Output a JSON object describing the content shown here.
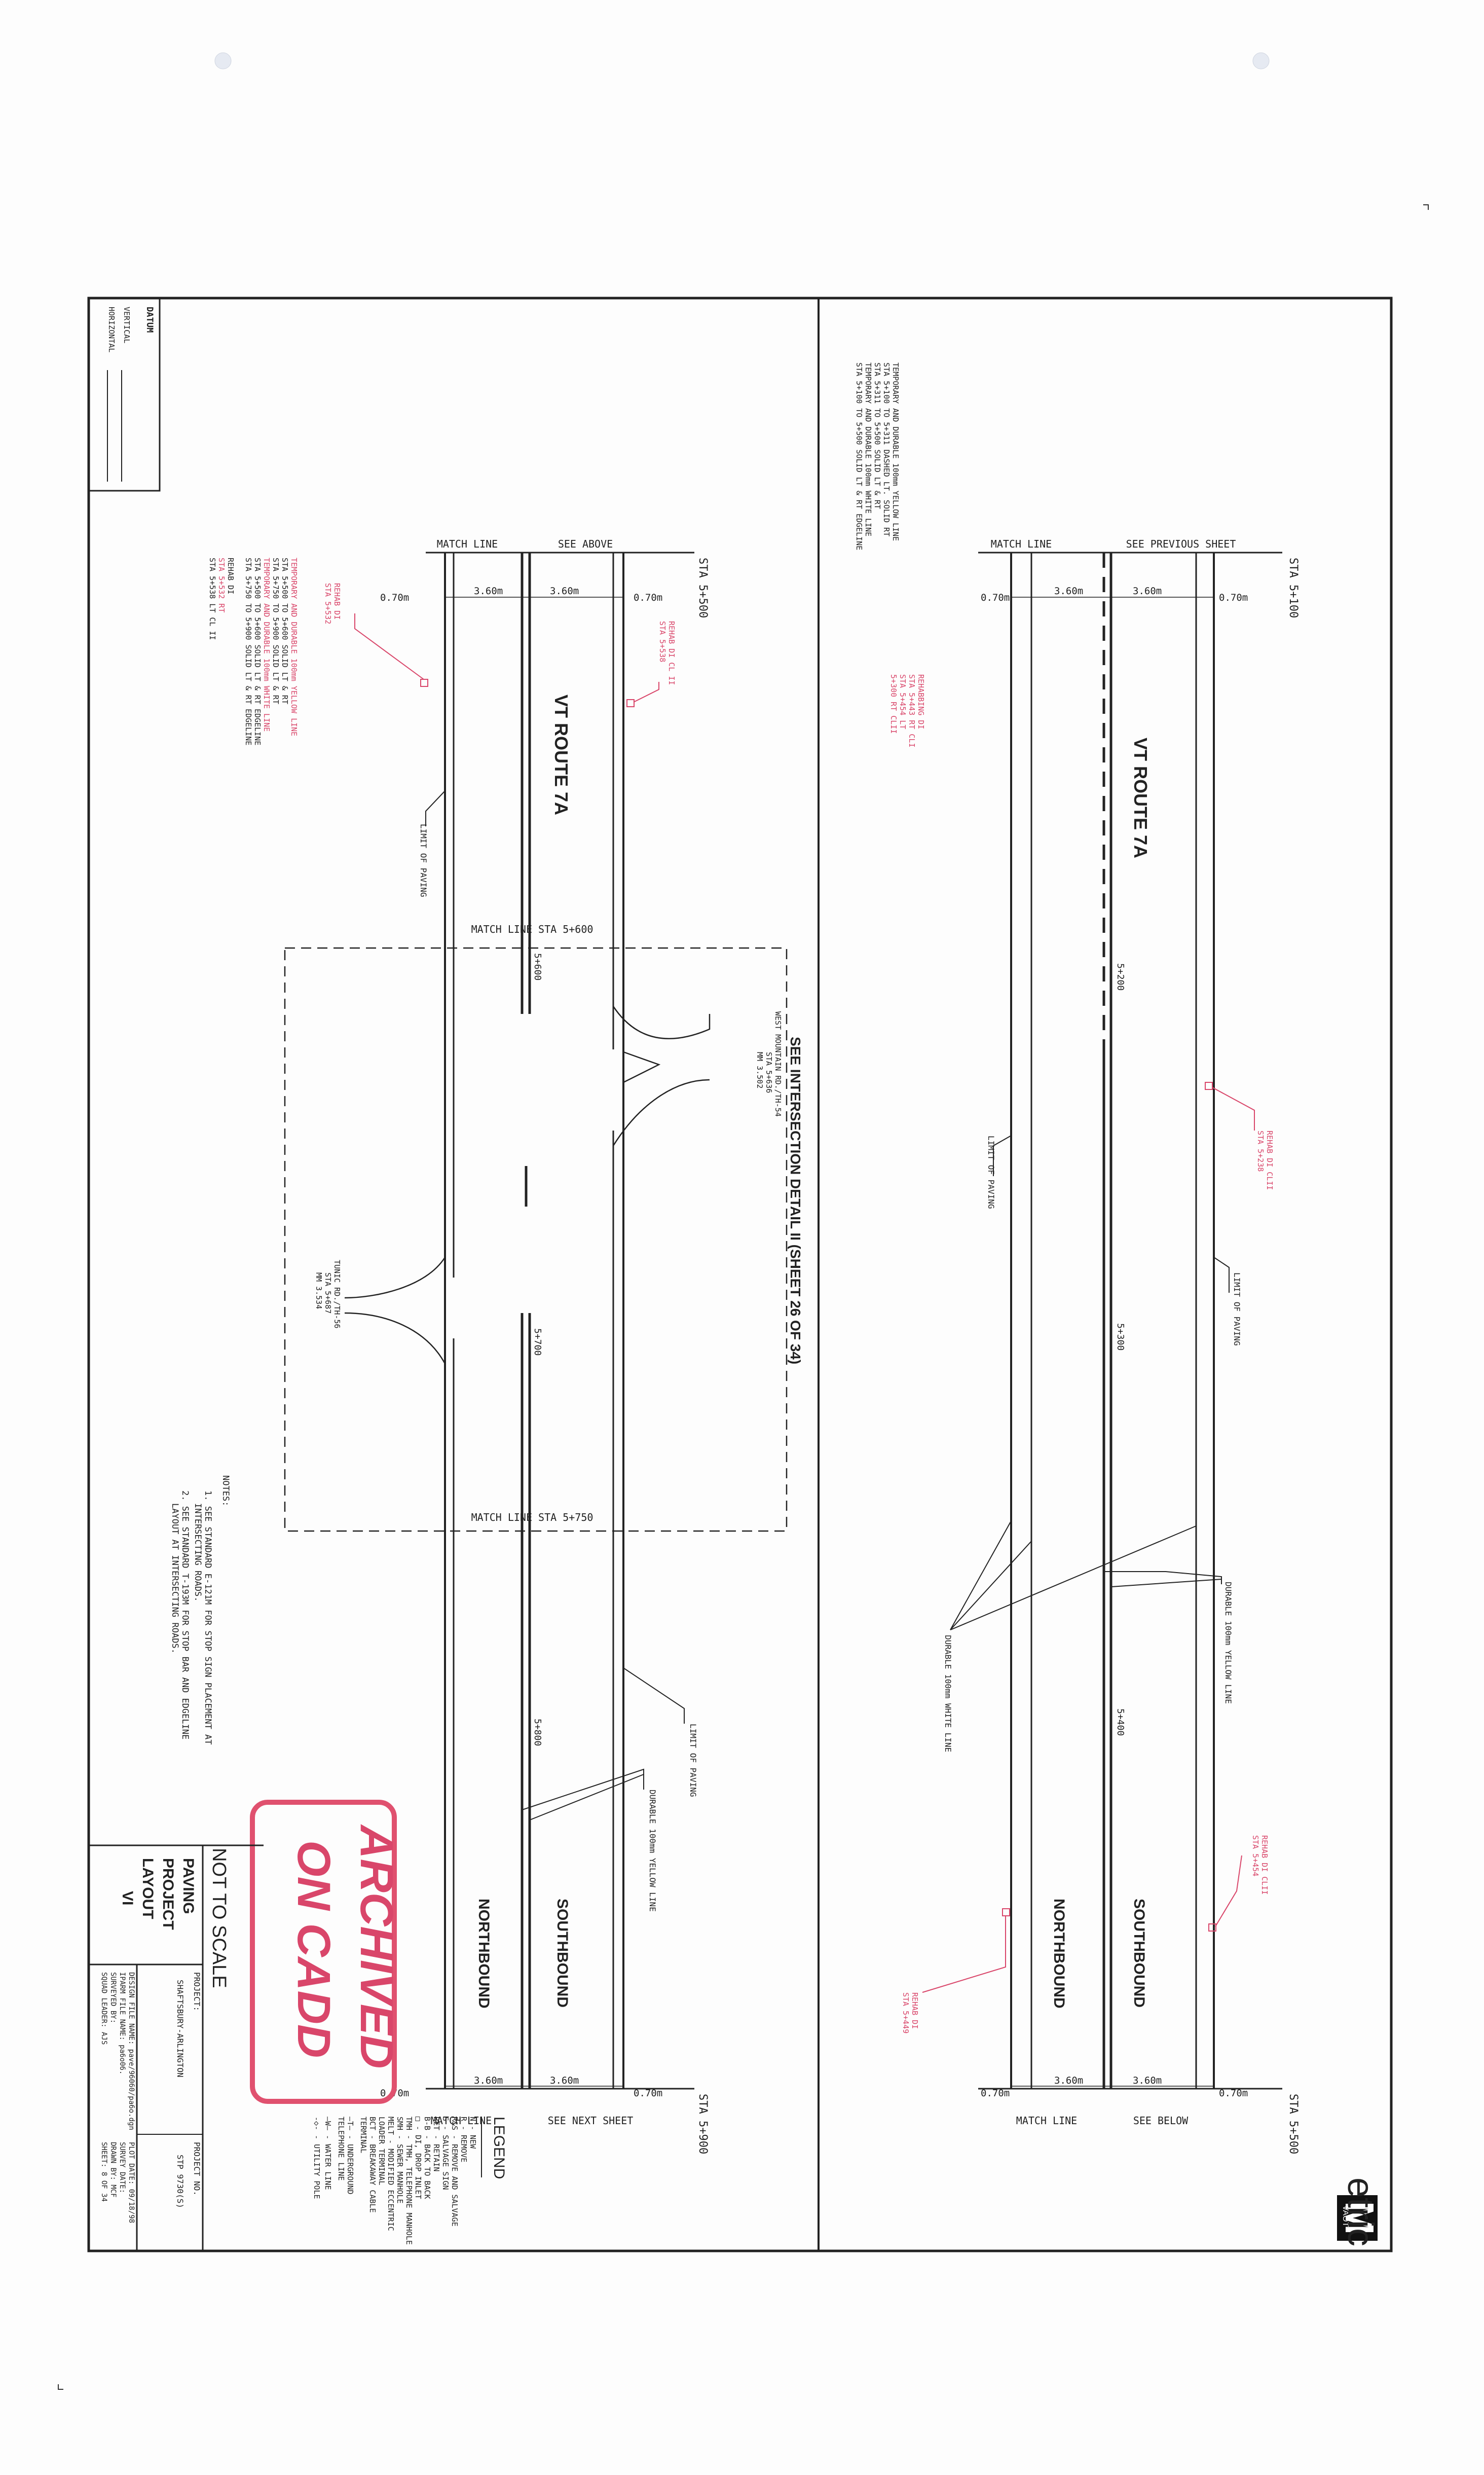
{
  "brand": {
    "logo_initial": "M",
    "logo_sub": "VAOT",
    "logo_word": "etric"
  },
  "upper_plan": {
    "sta_start": "STA 5+100",
    "sta_end": "STA 5+500",
    "match_line": "MATCH LINE",
    "see_top": "SEE PREVIOUS SHEET",
    "see_bottom": "SEE BELOW",
    "route": "VT ROUTE 7A",
    "southbound": "SOUTHBOUND",
    "northbound": "NORTHBOUND",
    "dim_outer_left": "0.70m",
    "dim_lane_left": "3.60m",
    "dim_lane_right": "3.60m",
    "dim_outer_right": "0.70m",
    "stations": [
      "5+200",
      "5+300",
      "5+400"
    ],
    "limit_paving_1": "LIMIT OF PAVING",
    "limit_paving_2": "LIMIT OF PAVING",
    "durable_yellow": "DURABLE 100mm YELLOW LINE",
    "durable_white": "DURABLE 100mm WHITE LINE",
    "notes_block": [
      "TEMPORARY AND DURABLE 100mm YELLOW LINE",
      "STA 5+100 TO 5+311 DASHED LT. SOLID RT",
      "STA 5+311 TO 5+500 SOLID LT & RT",
      "TEMPORARY AND DURABLE 100mm WHITE LINE",
      "STA 5+100 TO 5+500 SOLID LT & RT EDGELINE"
    ],
    "rehab_block": [
      "REHABBING DI",
      "STA 5+443 RT CLI",
      "STA 5+454 LT",
      "5+300 RT CLII"
    ],
    "rehab_238": [
      "REHAB DI CLII",
      "STA 5+238"
    ],
    "rehab_454": [
      "REHAB DI CLII",
      "STA 5+454"
    ],
    "rehab_449": [
      "REHAB DI",
      "STA 5+449"
    ]
  },
  "lower_plan": {
    "sta_start": "STA 5+500",
    "sta_end": "STA 5+900",
    "match_line": "MATCH LINE",
    "see_top": "SEE ABOVE",
    "see_bottom": "SEE NEXT SHEET",
    "route": "VT ROUTE 7A",
    "southbound": "SOUTHBOUND",
    "northbound": "NORTHBOUND",
    "dim_outer_left": "0.70m",
    "dim_lane_left": "3.60m",
    "dim_lane_right": "3.60m",
    "dim_outer_right": "0.70m",
    "stations": [
      "5+600",
      "5+700",
      "5+800"
    ],
    "match_line_600": "MATCH LINE STA 5+600",
    "match_line_750": "MATCH LINE STA 5+750",
    "intersection_title": "SEE INTERSECTION DETAIL II (SHEET 26 OF 34)",
    "west_mountain": [
      "WEST MOUNTAIN RD./TH-54",
      "STA 5+636",
      "MM 3.502"
    ],
    "tunic_rd": [
      "TUNIC RD./TH-56",
      "STA 5+687",
      "MM 3.534"
    ],
    "limit_paving_1": "LIMIT OF PAVING",
    "limit_paving_2": "LIMIT OF PAVING",
    "durable_yellow": "DURABLE 100mm YELLOW LINE",
    "rehab_532": [
      "REHAB DI",
      "STA 5+532"
    ],
    "rehab_538": [
      "REHAB DI CL II",
      "STA 5+538"
    ],
    "notes_block": [
      "TEMPORARY AND DURABLE 100mm YELLOW LINE",
      "STA 5+500 TO 5+600 SOLID LT & RT",
      "STA 5+750 TO 5+900 SOLID LT & RT",
      "TEMPORARY AND DURABLE 100mm WHITE LINE",
      "STA 5+500 TO 5+600 SOLID LT & RT EDGELINE",
      "STA 5+750 TO 5+900 SOLID LT & RT EDGELINE"
    ],
    "rehab_bottom": [
      "REHAB DI",
      "STA 5+532 RT",
      "STA 5+538 LT CL II"
    ]
  },
  "notes": {
    "title": "NOTES:",
    "items": [
      "1. SEE STANDARD E-121M FOR STOP SIGN PLACEMENT AT",
      "INTERSECTING ROADS.",
      "2. SEE STANDARD T-193M FOR STOP BAR AND EDGELINE",
      "LAYOUT AT INTERSECTING ROADS."
    ]
  },
  "stamp": {
    "line1": "ARCHIVED",
    "line2": "ON CADD"
  },
  "not_to_scale": "NOT TO SCALE",
  "datum": {
    "title": "DATUM",
    "vertical": "VERTICAL",
    "horizontal": "HORIZONTAL"
  },
  "legend": {
    "title": "LEGEND",
    "items": [
      "N  - NEW",
      "R  - REMOVE",
      "R&S - REMOVE AND SALVAGE",
      "S  - SALVAGE SIGN",
      "RET - RETAIN",
      "B-B - BACK TO BACK",
      "□  - DI, DROP INLET",
      "TMH - TMH, TELEPHONE MANHOLE",
      "SMH - SEWER MANHOLE",
      "MELT - MODIFIED ECCENTRIC",
      "       LOADER TERMINAL",
      "BCT - BREAKAWAY CABLE",
      "       TERMINAL",
      "—T— - UNDERGROUND",
      "       TELEPHONE LINE",
      "—W— - WATER LINE",
      "-◇-  - UTILITY POLE"
    ]
  },
  "title_block": {
    "sheet_title": [
      "PAVING",
      "PROJECT",
      "LAYOUT",
      "VI"
    ],
    "project_label": "PROJECT:",
    "project_name": "SHAFTSBURY-ARLINGTON",
    "project_no_label": "PROJECT NO.",
    "project_no": "STP 9730(S)",
    "info_left": [
      "DESIGN FILE NAME: pave/96060/pa6o.dgn",
      "IPARM FILE NAME: pa6o06.",
      "SURVEYED BY:",
      "SQUAD LEADER: AJS"
    ],
    "info_right": [
      "PLOT DATE: 09/18/98",
      "SURVEY DATE:",
      "DRAWN BY: MCF",
      "SHEET: 8 OF 34"
    ]
  }
}
